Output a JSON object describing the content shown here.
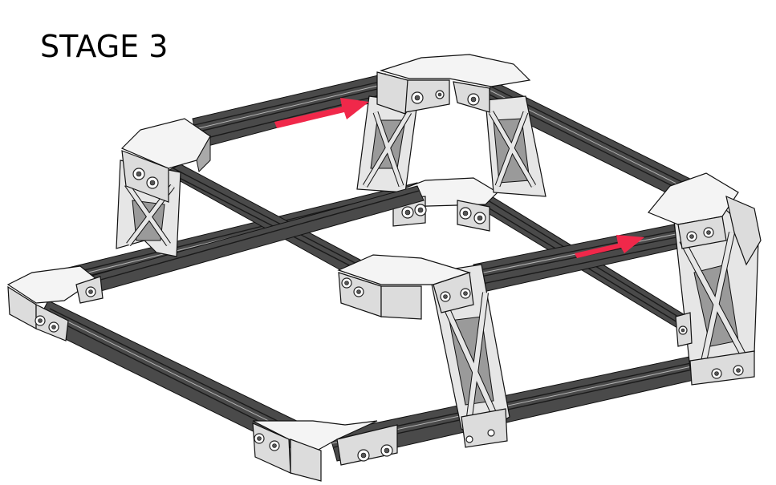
{
  "title": "STAGE 3",
  "figure": {
    "description": "Isometric CAD render of aluminium extrusion frame assembly with printed corner brackets and X-braced legs",
    "annotations": [
      {
        "type": "arrow",
        "color": "#f0284a",
        "direction": "right",
        "location": "upper-back rail"
      },
      {
        "type": "arrow",
        "color": "#f0284a",
        "direction": "right",
        "location": "right-middle rail"
      }
    ],
    "colors": {
      "rail": "#4a4a4a",
      "part": "#f4f4f4",
      "arrow": "#f0284a"
    }
  }
}
